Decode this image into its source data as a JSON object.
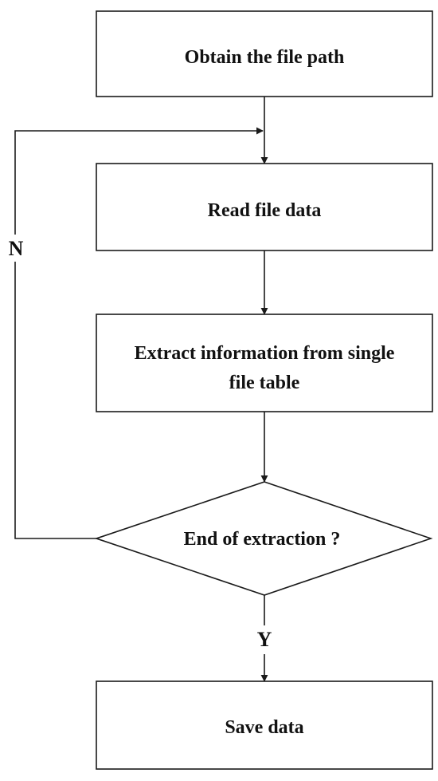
{
  "nodes": {
    "obtain": {
      "label": "Obtain the file path"
    },
    "read": {
      "label": "Read file data"
    },
    "extract": {
      "lines": [
        "Extract information from single",
        "file table"
      ]
    },
    "decision": {
      "label": "End of extraction ?"
    },
    "save": {
      "label": "Save data"
    }
  },
  "edges": {
    "no_label": "N",
    "yes_label": "Y"
  }
}
